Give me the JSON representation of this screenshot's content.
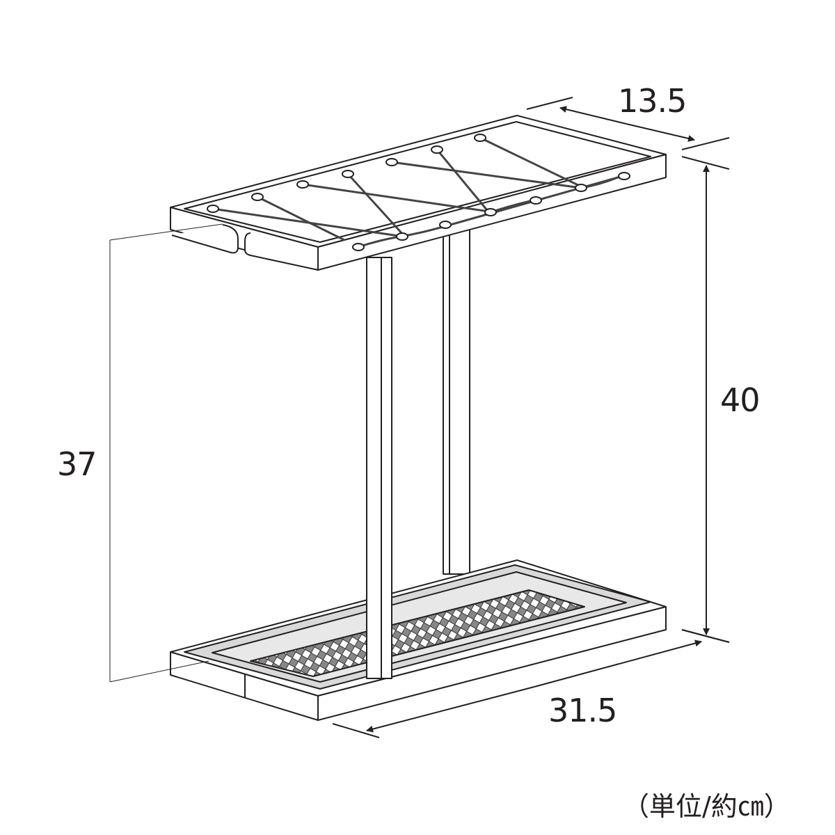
{
  "title": "Umbrella stand dimensions",
  "dimensions": {
    "depth": "13.5",
    "height": "40",
    "tray_height": "37",
    "width": "31.5"
  },
  "unit_note": "（単位/約㎝）",
  "colors": {
    "line": "#231f20",
    "tray": "#d9d9d9"
  }
}
